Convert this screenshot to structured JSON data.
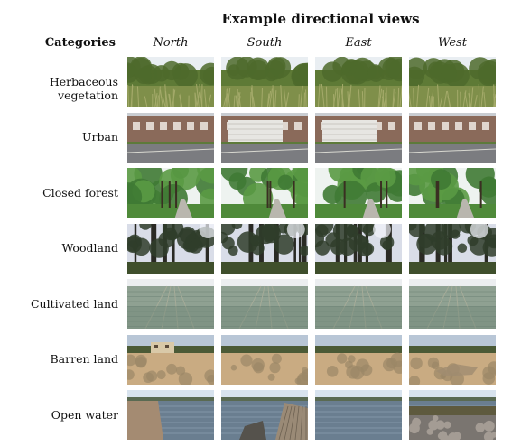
{
  "figure": {
    "title": "Example directional views",
    "categories_header": "Categories",
    "directions": [
      "North",
      "South",
      "East",
      "West"
    ],
    "rows": [
      {
        "label": "Herbaceous vegetation",
        "scene": "herbaceous"
      },
      {
        "label": "Urban",
        "scene": "urban"
      },
      {
        "label": "Closed forest",
        "scene": "forest"
      },
      {
        "label": "Woodland",
        "scene": "woodland"
      },
      {
        "label": "Cultivated land",
        "scene": "cultivated"
      },
      {
        "label": "Barren land",
        "scene": "barren"
      },
      {
        "label": "Open water",
        "scene": "water"
      }
    ]
  },
  "colors": {
    "herbaceous": {
      "sky": "#e9eef2",
      "top": "#5e7a36",
      "ground": "#7f8f4a"
    },
    "urban": {
      "sky": "#c9cdd2",
      "top": "#8a6a5a",
      "ground": "#7b7c80"
    },
    "forest": {
      "sky": "#eef3f0",
      "top": "#3f7a34",
      "ground": "#4f8a3a"
    },
    "woodland": {
      "sky": "#d9dde8",
      "top": "#2f3d2a",
      "ground": "#3f4f2c"
    },
    "cultivated": {
      "sky": "#eceef0",
      "top": "#8fa192",
      "ground": "#6f8575"
    },
    "barren": {
      "sky": "#b8c6d6",
      "top": "#9b8766",
      "ground": "#c9ab82"
    },
    "water": {
      "sky": "#d8e3ee",
      "top": "#6f7f8c",
      "ground": "#6a7e90"
    }
  }
}
